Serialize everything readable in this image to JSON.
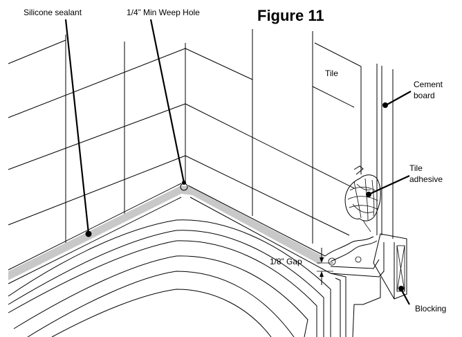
{
  "figure": {
    "title": "Figure 11"
  },
  "labels": {
    "silicone_sealant": "Silicone sealant",
    "weep_hole": "1/4” Min Weep Hole",
    "tile": "Tile",
    "cement_line1": "Cement",
    "cement_line2": "board",
    "adhesive_line1": "Tile",
    "adhesive_line2": "adhesive",
    "gap": "1/8” Gap",
    "blocking": "Blocking"
  },
  "colors": {
    "line": "#000000",
    "sealant": "#c8c8c8",
    "background": "#ffffff"
  }
}
